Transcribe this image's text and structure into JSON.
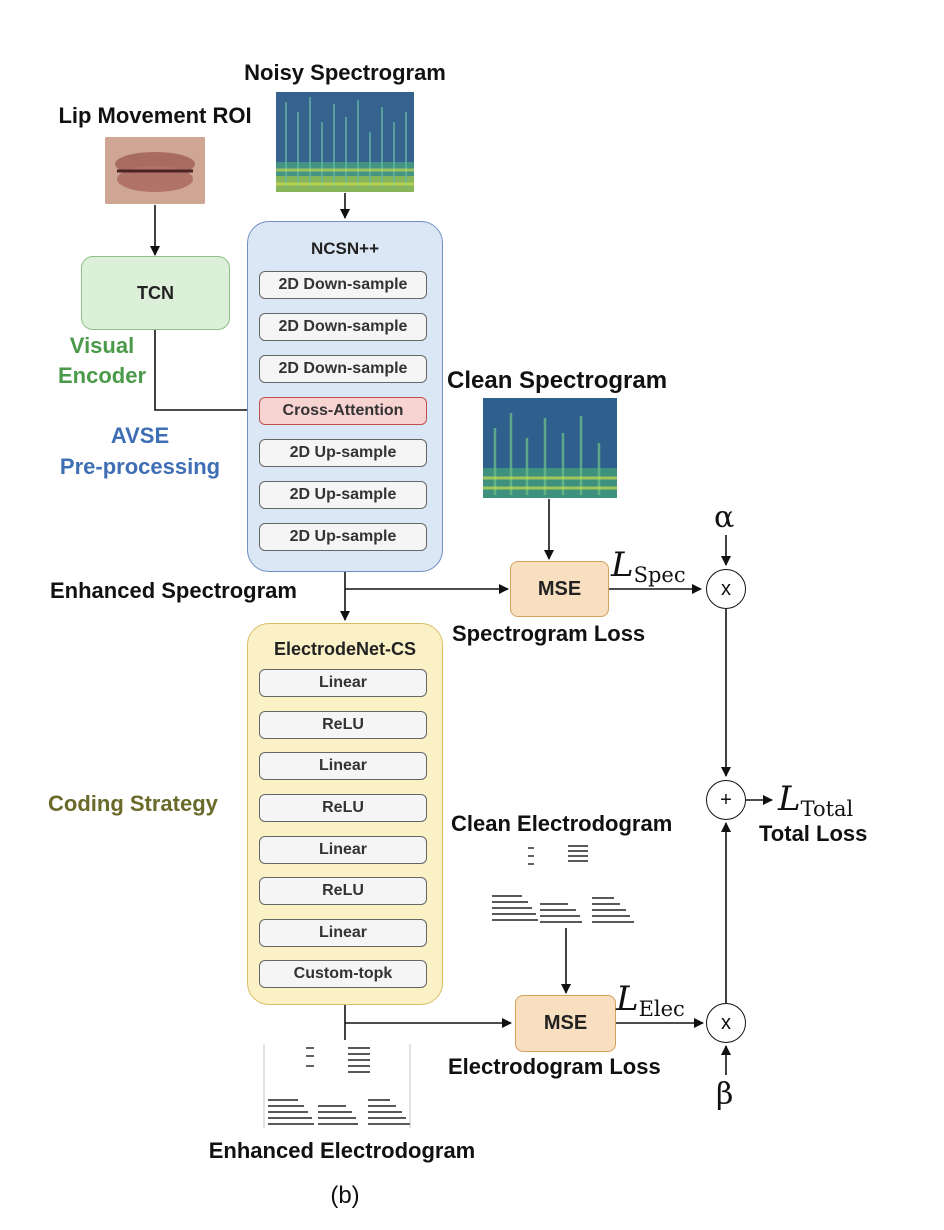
{
  "labels": {
    "noisy_spectrogram": "Noisy Spectrogram",
    "lip_movement_roi": "Lip Movement ROI",
    "clean_spectrogram": "Clean Spectrogram",
    "enhanced_spectrogram": "Enhanced Spectrogram",
    "spectrogram_loss": "Spectrogram Loss",
    "clean_electrodogram": "Clean Electrodogram",
    "electrodogram_loss": "Electrodogram Loss",
    "enhanced_electrodogram": "Enhanced Electrodogram",
    "total_loss": "Total Loss",
    "visual_encoder_line1": "Visual",
    "visual_encoder_line2": "Encoder",
    "avse_line1": "AVSE",
    "avse_line2": "Pre-processing",
    "coding_strategy": "Coding Strategy",
    "caption": "(b)"
  },
  "tcn": {
    "label": "TCN"
  },
  "ncsn": {
    "title": "NCSN++",
    "layers": [
      "2D Down-sample",
      "2D Down-sample",
      "2D Down-sample",
      "Cross-Attention",
      "2D Up-sample",
      "2D Up-sample",
      "2D Up-sample"
    ]
  },
  "electrodenet": {
    "title": "ElectrodeNet-CS",
    "layers": [
      "Linear",
      "ReLU",
      "Linear",
      "ReLU",
      "Linear",
      "ReLU",
      "Linear",
      "Custom-topk"
    ]
  },
  "mse": {
    "spec_label": "MSE",
    "elec_label": "MSE"
  },
  "math": {
    "l_spec_main": "L",
    "l_spec_sub": "Spec",
    "l_elec_main": "L",
    "l_elec_sub": "Elec",
    "l_total_main": "L",
    "l_total_sub": "Total",
    "alpha": "α",
    "beta": "β"
  },
  "ops": {
    "mult_top": "x",
    "plus": "+",
    "mult_bottom": "x"
  },
  "colors": {
    "ncsn_fill": "#dce7f6",
    "ncsn_border": "#6f8fc6",
    "electrode_fill": "#fbf1c7",
    "electrode_border": "#d9bd64",
    "tcn_fill": "#dcefd9",
    "tcn_border": "#8fbf86",
    "mse_fill": "#f8dfc0",
    "mse_border": "#d4a060",
    "cross_attention_fill": "#f7d3d1",
    "cross_attention_border": "#c0504d",
    "visual_encoder_text": "#4a9a4a",
    "avse_text": "#3e6fb5",
    "coding_strategy_text": "#6a6a2a"
  }
}
